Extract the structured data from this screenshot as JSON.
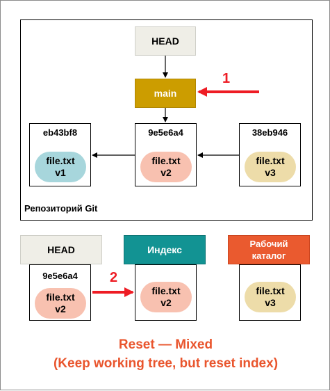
{
  "repository": {
    "label": "Репозиторий Git",
    "head_label": "HEAD",
    "branch_label": "main",
    "commits": [
      {
        "hash": "eb43bf8",
        "file": "file.txt",
        "version": "v1",
        "color": "#a7d6dc"
      },
      {
        "hash": "9e5e6a4",
        "file": "file.txt",
        "version": "v2",
        "color": "#f8c1b0"
      },
      {
        "hash": "38eb946",
        "file": "file.txt",
        "version": "v3",
        "color": "#eddca9"
      }
    ]
  },
  "step_numbers": {
    "first": "1",
    "second": "2"
  },
  "bottom": {
    "head": {
      "label": "HEAD",
      "hash": "9e5e6a4",
      "file": "file.txt",
      "version": "v2"
    },
    "index": {
      "label": "Индекс",
      "file": "file.txt",
      "version": "v2"
    },
    "working": {
      "label_line1": "Рабочий",
      "label_line2": "каталог",
      "file": "file.txt",
      "version": "v3"
    }
  },
  "caption": {
    "line1": "Reset — Mixed",
    "line2": "(Keep working tree, but reset index)"
  },
  "colors": {
    "branch": "#cc9d00",
    "index": "#129393",
    "working": "#ea5a2f",
    "arrow_red": "#ee1c24",
    "caption": "#e9552d"
  }
}
